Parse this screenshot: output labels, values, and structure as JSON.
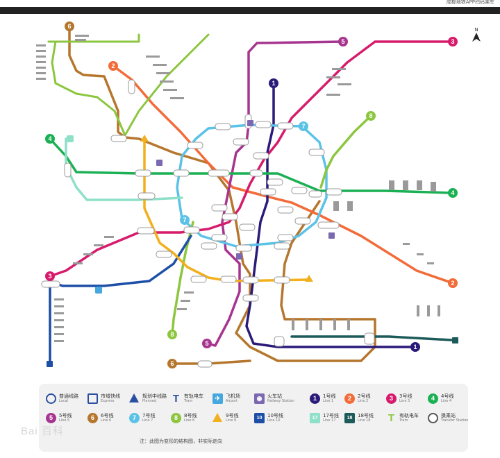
{
  "top_note": "成都地铁APP扫码乘车",
  "compass_label": "N",
  "line_badges": [
    {
      "num": "6",
      "color": "#b5762d"
    },
    {
      "num": "2",
      "color": "#f26b38"
    },
    {
      "num": "5",
      "color": "#a7358f"
    },
    {
      "num": "3",
      "color": "#d71b6c"
    },
    {
      "num": "1",
      "color": "#2b1a7a"
    },
    {
      "num": "7",
      "color": "#5bc2e7"
    },
    {
      "num": "8",
      "color": "#8cc63f"
    },
    {
      "num": "4",
      "color": "#1bb053"
    },
    {
      "num": "4",
      "color": "#1bb053"
    },
    {
      "num": "7",
      "color": "#5bc2e7"
    },
    {
      "num": "3",
      "color": "#d71b6c"
    },
    {
      "num": "2",
      "color": "#f26b38"
    },
    {
      "num": "8",
      "color": "#8cc63f"
    },
    {
      "num": "5",
      "color": "#a7358f"
    },
    {
      "num": "6",
      "color": "#b5762d"
    },
    {
      "num": "1",
      "color": "#2b1a7a"
    }
  ],
  "legend": {
    "items": [
      {
        "cn": "普通线路",
        "en": "Local",
        "kind": "ring",
        "color": "#2b4fa0",
        "num": ""
      },
      {
        "cn": "市域快线",
        "en": "Express",
        "kind": "square-ring",
        "color": "#2b4fa0",
        "num": ""
      },
      {
        "cn": "规划中线路",
        "en": "Planned",
        "kind": "tri",
        "color": "#2b4fa0",
        "num": ""
      },
      {
        "cn": "有轨电车",
        "en": "Tram",
        "kind": "tram",
        "color": "#2b4fa0",
        "num": ""
      },
      {
        "cn": "飞机场",
        "en": "Airport",
        "kind": "plane",
        "color": "#47a7df",
        "num": ""
      },
      {
        "cn": "火车站",
        "en": "Railway Station",
        "kind": "rail",
        "color": "#7b68b0",
        "num": ""
      },
      {
        "cn": "1号线",
        "en": "Line 1",
        "kind": "circle",
        "color": "#2b1a7a",
        "num": "1"
      },
      {
        "cn": "2号线",
        "en": "Line 2",
        "kind": "circle",
        "color": "#f26b38",
        "num": "2"
      },
      {
        "cn": "3号线",
        "en": "Line 3",
        "kind": "circle",
        "color": "#d71b6c",
        "num": "3"
      },
      {
        "cn": "4号线",
        "en": "Line 4",
        "kind": "circle",
        "color": "#1bb053",
        "num": "4"
      },
      {
        "cn": "5号线",
        "en": "Line 5",
        "kind": "circle",
        "color": "#a7358f",
        "num": "5"
      },
      {
        "cn": "6号线",
        "en": "Line 6",
        "kind": "circle",
        "color": "#b5762d",
        "num": "6"
      },
      {
        "cn": "7号线",
        "en": "Line 7",
        "kind": "circle",
        "color": "#5bc2e7",
        "num": "7"
      },
      {
        "cn": "8号线",
        "en": "Line 8",
        "kind": "circle",
        "color": "#8cc63f",
        "num": "8"
      },
      {
        "cn": "9号线",
        "en": "Line 9",
        "kind": "tri-yellow",
        "color": "#f2b01e",
        "num": ""
      },
      {
        "cn": "10号线",
        "en": "Line 10",
        "kind": "square",
        "color": "#1d4fa6",
        "num": "10"
      },
      {
        "cn": "17号线",
        "en": "Line 17",
        "kind": "square",
        "color": "#8ee0c8",
        "num": "17"
      },
      {
        "cn": "18号线",
        "en": "Line 18",
        "kind": "square",
        "color": "#1d5a5a",
        "num": "18"
      },
      {
        "cn": "有轨电车",
        "en": "Tram",
        "kind": "tram-green",
        "color": "#8cc63f",
        "num": ""
      },
      {
        "cn": "换乘站",
        "en": "Transfer Station",
        "kind": "transfer",
        "color": "#555555",
        "num": ""
      }
    ],
    "note": "注：此图为变形的结构图，非实际走向"
  },
  "watermark": "Bai 百科"
}
